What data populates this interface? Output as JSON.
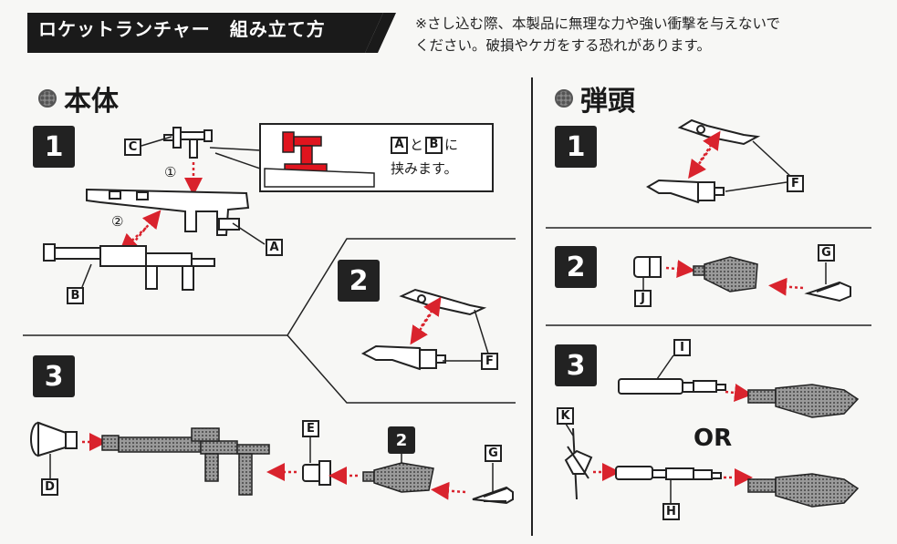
{
  "header": {
    "title": "ロケットランチャー　組み立て方",
    "warning_line1": "※さし込む際、本製品に無理な力や強い衝撃を与えないで",
    "warning_line2": "ください。破損やケガをする恐れがあります。"
  },
  "sections": {
    "body": {
      "label": "本体",
      "step1": {
        "number": "1",
        "order1": "①",
        "order2": "②",
        "callout_a": "A",
        "callout_to": "と",
        "callout_b": "B",
        "callout_ni": "に",
        "callout_line2": "挟みます。"
      },
      "step2": {
        "number": "2"
      },
      "step3": {
        "number": "3",
        "ref_step": "2"
      }
    },
    "warhead": {
      "label": "弾頭",
      "step1": {
        "number": "1"
      },
      "step2": {
        "number": "2"
      },
      "step3": {
        "number": "3",
        "or_label": "OR"
      }
    }
  },
  "part_labels": {
    "A": "A",
    "B": "B",
    "C": "C",
    "D": "D",
    "E": "E",
    "F": "F",
    "G": "G",
    "H": "H",
    "I": "I",
    "J": "J",
    "K": "K"
  },
  "colors": {
    "ink": "#1a1a1a",
    "highlight_red": "#e0141e",
    "arrow_red": "#d9232d",
    "part_gray": "#888888",
    "background": "#f7f7f5"
  }
}
